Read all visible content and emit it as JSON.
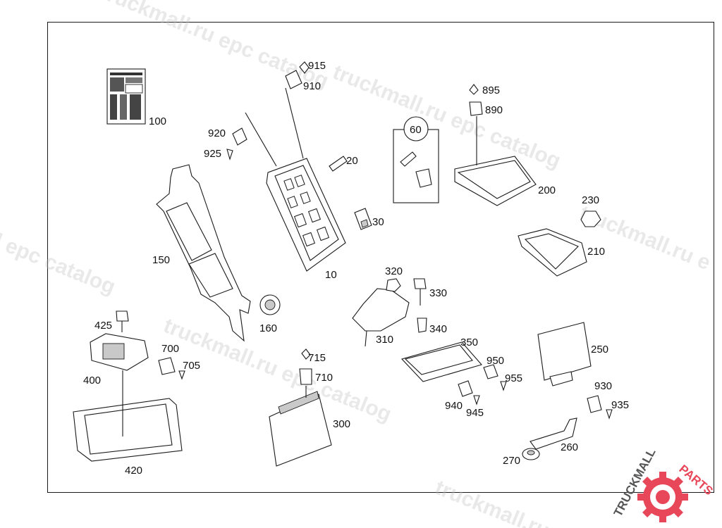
{
  "labels": {
    "p10": "10",
    "p20": "20",
    "p30": "30",
    "p60": "60",
    "p100": "100",
    "p150": "150",
    "p160": "160",
    "p200": "200",
    "p210": "210",
    "p230": "230",
    "p250": "250",
    "p260": "260",
    "p270": "270",
    "p300": "300",
    "p310": "310",
    "p320": "320",
    "p330": "330",
    "p340": "340",
    "p350": "350",
    "p400": "400",
    "p420": "420",
    "p425": "425",
    "p700": "700",
    "p705": "705",
    "p710": "710",
    "p715": "715",
    "p890": "890",
    "p895": "895",
    "p910": "910",
    "p915": "915",
    "p920": "920",
    "p925": "925",
    "p930": "930",
    "p935": "935",
    "p940": "940",
    "p945": "945",
    "p950": "950",
    "p955": "955"
  },
  "watermarks": {
    "w1": "ruckmall.ru epc catalog",
    "w2": "truckmall.ru epc catalog",
    "w3": "truckmall.ru epc catalog",
    "w4": "truckmall.ru e",
    "w5": "truckmall.ru epc catalog",
    "w6": "l epc catalog",
    "w7": "truckmall.ru e"
  },
  "logo": {
    "text_dark": "TRUCKMALL",
    "text_accent": "PARTS",
    "accent_color": "#e8475a",
    "dark_color": "#555555"
  }
}
